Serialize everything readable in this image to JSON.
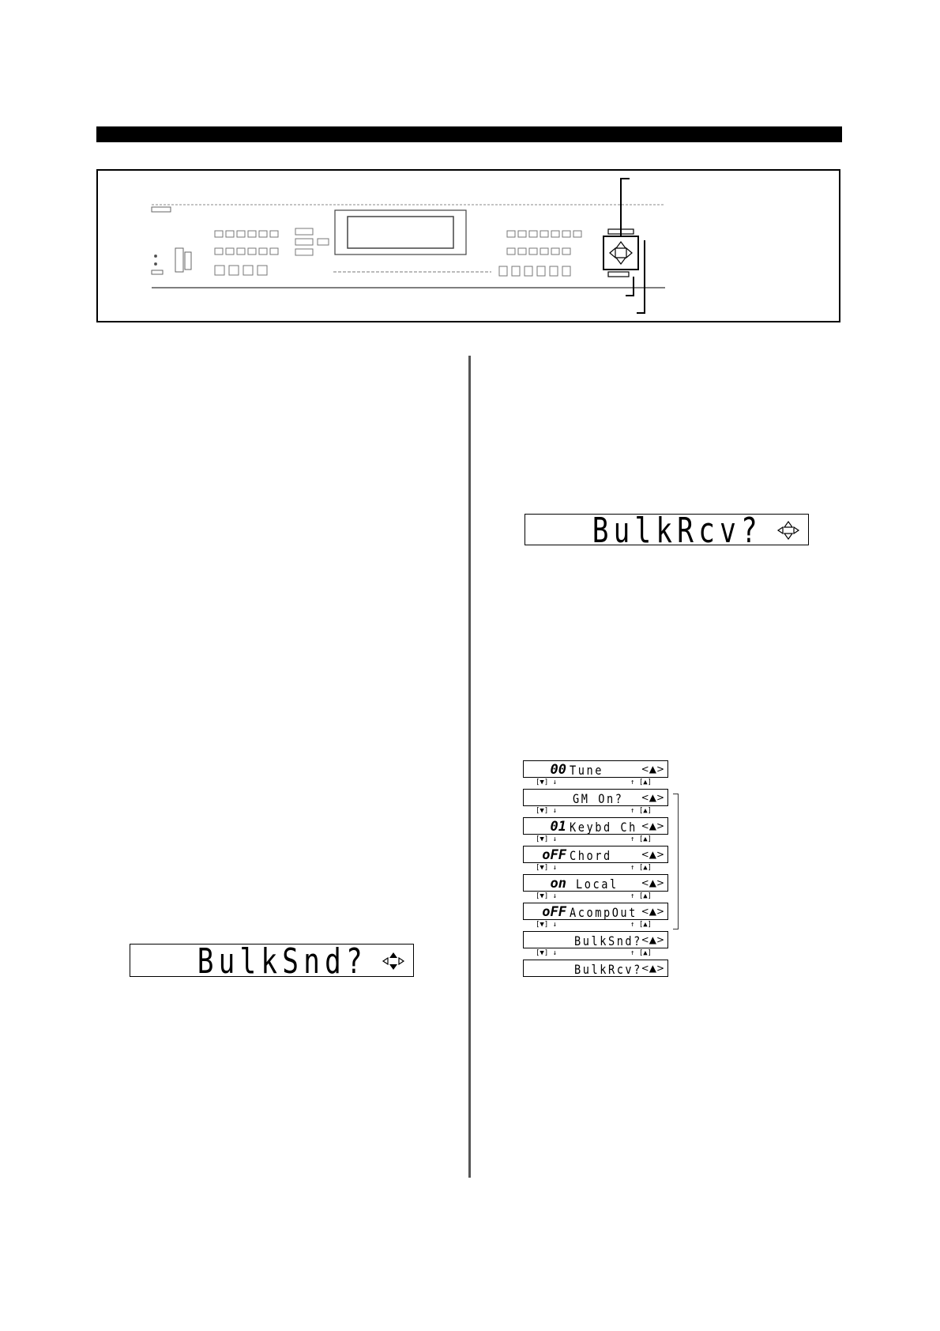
{
  "display_bulk_send": {
    "text": "BulkSnd?",
    "icon": "cursor-nav-icon"
  },
  "display_bulk_receive": {
    "text": "BulkRcv?",
    "icon": "cursor-nav-icon"
  },
  "function_menu": {
    "items": [
      {
        "value": "00",
        "label": "Tune"
      },
      {
        "value": "",
        "label": "GM On?"
      },
      {
        "value": "01",
        "label": "Keybd Ch"
      },
      {
        "value": "oFF",
        "label": "Chord"
      },
      {
        "value": "on",
        "label": "Local"
      },
      {
        "value": "oFF",
        "label": "AcompOut"
      },
      {
        "value": "",
        "label": "BulkSnd?"
      },
      {
        "value": "",
        "label": "BulkRcv?"
      }
    ],
    "down_key": "[▼]",
    "up_key": "[▲]"
  }
}
